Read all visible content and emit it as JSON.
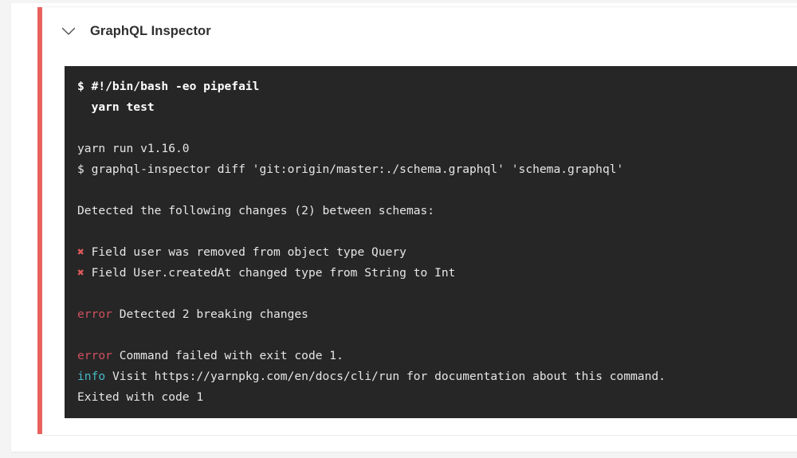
{
  "page": {
    "background_color": "#f4f4f4",
    "card_background": "#ffffff"
  },
  "job": {
    "title": "GraphQL Inspector",
    "status_color": "#e8615c",
    "collapse_icon": "chevron-down-icon",
    "expanded": true
  },
  "terminal": {
    "background_color": "#262626",
    "text_color": "#e6e6e6",
    "error_color": "#d0505f",
    "info_color": "#46b9c6",
    "cross_color": "#e05a5a",
    "lines": [
      {
        "type": "command",
        "text": "$ #!/bin/bash -eo pipefail"
      },
      {
        "type": "command",
        "text": "  yarn test"
      },
      {
        "type": "blank",
        "text": ""
      },
      {
        "type": "plain",
        "text": "yarn run v1.16.0"
      },
      {
        "type": "plain",
        "text": "$ graphql-inspector diff 'git:origin/master:./schema.graphql' 'schema.graphql'"
      },
      {
        "type": "blank",
        "text": ""
      },
      {
        "type": "plain",
        "text": "Detected the following changes (2) between schemas:"
      },
      {
        "type": "blank",
        "text": ""
      },
      {
        "type": "cross",
        "marker": "✖",
        "text": " Field user was removed from object type Query"
      },
      {
        "type": "cross",
        "marker": "✖",
        "text": " Field User.createdAt changed type from String to Int"
      },
      {
        "type": "blank",
        "text": ""
      },
      {
        "type": "error",
        "marker": "error",
        "text": " Detected 2 breaking changes"
      },
      {
        "type": "blank",
        "text": ""
      },
      {
        "type": "error",
        "marker": "error",
        "text": " Command failed with exit code 1."
      },
      {
        "type": "info",
        "marker": "info",
        "text": " Visit https://yarnpkg.com/en/docs/cli/run for documentation about this command."
      },
      {
        "type": "plain",
        "text": "Exited with code 1"
      }
    ]
  }
}
